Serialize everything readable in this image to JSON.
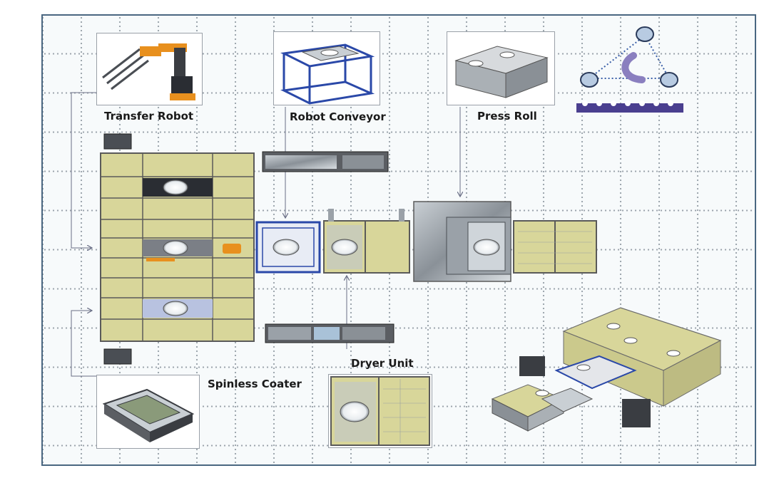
{
  "labels": {
    "transfer_robot": "Transfer Robot",
    "robot_conveyor": "Robot Conveyor",
    "press_roll": "Press Roll",
    "spinless_coater": "Spinless Coater",
    "dryer_unit": "Dryer Unit"
  },
  "colors": {
    "frame_border": "#4a6781",
    "module_fill": "#d8d69a",
    "frame_steel": "#5a5a5a",
    "conveyor_blue": "#2a48a8",
    "robot_orange": "#e8901e",
    "connector_line": "#6a6f86"
  }
}
